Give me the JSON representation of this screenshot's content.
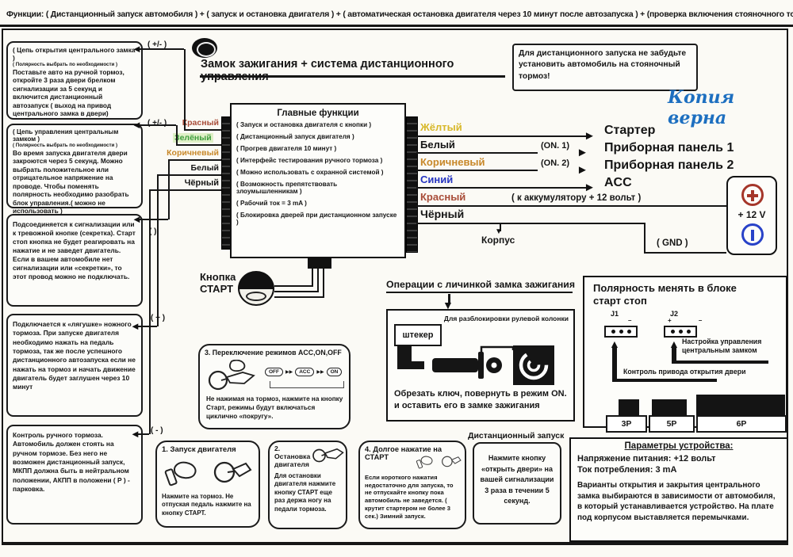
{
  "header": {
    "functions_line": "Функции: ( Дистанционный запуск автомобиля ) + ( запуск и остановка двигателя ) + ( автоматическая остановка двигателя через 10 минут после автозапуска ) + (проверка включения стояночного тормоза )"
  },
  "title": "Замок зажигания + система дистанционного управления",
  "stamp": "Копия верна",
  "note_top_right": "Для дистанционного запуска не забудьте установить автомобиль на стояночный тормоз!",
  "left_boxes": [
    {
      "title": "( Цепь открытия центрального замка )",
      "subtitle": "( Полярность выбрать по необходимости )",
      "body": "Поставьте авто на ручной тормоз, откройте 3 раза двери брелком сигнализации за 5 секунд и включится дистанционный автозапуск ( выход на привод центрального замка в двери)",
      "polarity": "( +/- )"
    },
    {
      "title": "( Цепь управления центральным замком )",
      "subtitle": "( Полярность выбрать по необходимости )",
      "body": "Во время запуска двигателя двери закроются через 5 секунд. Можно выбрать положительное или отрицательное напряжение на проводе. Чтобы поменять полярность необходимо разобрать блок управления.( можно не использовать )",
      "polarity": "( +/- )"
    },
    {
      "body": "Подсоединяется к сигнализации или к тревожной кнопке (секретка). Старт стоп кнопка не будет реагировать на нажатие и не заведет двигатель. Если в вашем автомобиле нет сигнализации или «секретки», то этот провод можно не подключать.",
      "polarity": "(   )"
    },
    {
      "body": "Подключается к «лягушке» ножного тормоза. При запуске двигателя необходимо нажать на педаль тормоза, так же после успешного дистанционного автозапуска если не нажать на тормоз и начать движение двигатель будет заглушен через 10 минут",
      "polarity": "( + )"
    },
    {
      "body": "Контроль ручного тормоза. Автомобиль должен стоять на ручном тормозе. Без него не возможен дистанционный запуск, МКПП должна быть в нейтральном положении, АКПП в положени ( Р ) - парковка.",
      "polarity": "( - )"
    }
  ],
  "main_block": {
    "title": "Главные функции",
    "items": [
      "( Запуск и остановка двигателя с кнопки )",
      "( Дистанционный запуск двигателя )",
      "( Прогрев двигателя 10 минут )",
      "( Интерфейс тестирования ручного тормоза )",
      "( Можно использовать с охранной системой )",
      "( Возможность препятствовать злоумышленникам )",
      "( Рабочий ток = 3 mA )",
      "( Блокировка дверей при дистанционном запуске )"
    ]
  },
  "left_wires": [
    {
      "label": "Красный",
      "color": "#a84c38"
    },
    {
      "label": "Зелёный",
      "color": "#3f9e3f"
    },
    {
      "label": "Коричневый",
      "color": "#c8882a"
    },
    {
      "label": "Белый",
      "color": "#1a1a1a"
    },
    {
      "label": "Чёрный",
      "color": "#1a1a1a"
    }
  ],
  "right_wires": [
    {
      "label": "Жёлтый",
      "color": "#d8b82a",
      "target": "Стартер"
    },
    {
      "label": "Белый",
      "color": "#1a1a1a",
      "tag": "(ON. 1)",
      "target": "Приборная панель 1"
    },
    {
      "label": "Коричневый",
      "color": "#c8882a",
      "tag": "(ON. 2)",
      "target": "Приборная панель 2"
    },
    {
      "label": "Синий",
      "color": "#2433c0",
      "target": "ACC"
    },
    {
      "label": "Красный",
      "color": "#a84c38",
      "tag": "( к аккумулятору + 12 вольт )"
    },
    {
      "label": "Чёрный",
      "color": "#1a1a1a",
      "ground_label": "Корпус",
      "gnd_tag": "( GND )"
    }
  ],
  "battery": {
    "voltage": "+ 12 V"
  },
  "start_button": {
    "line1": "Кнопка",
    "line2": "СТАРТ"
  },
  "mode_box": {
    "title": "3. Переключение режимов ACC,ON,OFF",
    "modes": [
      "OFF",
      "ACC",
      "ON"
    ],
    "body": "Не нажимая на тормоз, нажмите на кнопку Старт, режимы будут включаться циклично «покругу»."
  },
  "lock_section": {
    "heading": "Операции с личинкой замка зажигания",
    "note": "Для разблокировки рулевой колонки",
    "plug_label": "штекер",
    "body": "Обрезать ключ, повернуть в режим ON. и оставить его в замке зажигания"
  },
  "polarity_box": {
    "title_line1": "Полярность менять в блоке",
    "title_line2": "старт стоп",
    "jumpers": [
      {
        "name": "J1",
        "marks": "–"
      },
      {
        "name": "J2",
        "marks": "+ –"
      }
    ],
    "j2_label": "Настройка управления центральным замком",
    "j1_label": "Контроль привода открытия двери",
    "connectors": [
      "3P",
      "5P",
      "6P"
    ]
  },
  "bottom_boxes": [
    {
      "title": "1. Запуск двигателя",
      "body": "Нажмите на тормоз. Не отпуская педаль нажмите на кнопку СТАРТ."
    },
    {
      "title": "2. Остановка двигателя",
      "body": "Для остановки двигателя нажмите кнопку СТАРТ еще раз держа ногу на педали тормоза."
    },
    {
      "title": "4. Долгое нажатие на СТАРТ",
      "body": "Если короткого нажатия недостаточно для запуска, то не отпускайте кнопку пока автомобиль не заведется. ( крутит стартером не более 3 сек.) Зимний запуск."
    }
  ],
  "remote_start": {
    "heading": "Дистанционный запуск",
    "body": "Нажмите кнопку «открыть двери» на вашей сигнализации 3 раза в течении 5 секунд."
  },
  "params_box": {
    "title": "Параметры устройства:",
    "line1": "Напряжение питания: +12 вольт",
    "line2": "Ток потребления: 3 mA",
    "body": "Варианты открытия и закрытия центрального замка выбираются в зависимости от автомобиля, в который устанавливается устройство. На плате под корпусом выставляется перемычками."
  }
}
